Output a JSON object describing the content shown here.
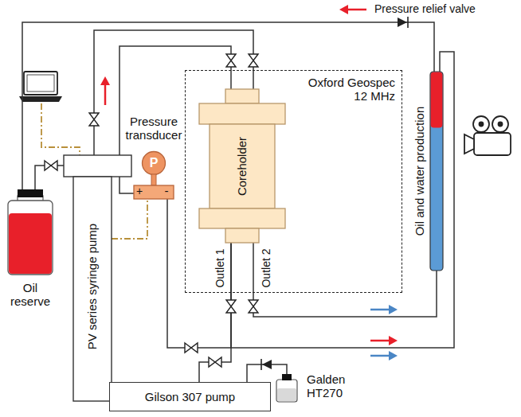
{
  "diagram": {
    "nodes": [
      {
        "text": [
          "Oxford Geospec 12 MHz"
        ]
      },
      {
        "text": [
          "Coreholder"
        ],
        "in": 0
      },
      {
        "text": [
          "Pressure transducer",
          "P"
        ]
      },
      {
        "text": [
          "PV series syringe pump"
        ]
      },
      {
        "text": [
          "Oil reserve"
        ]
      },
      {
        "text": [
          "Oil and water production"
        ]
      },
      {
        "text": [
          "Gilson 307 pump"
        ]
      },
      {
        "text": [
          "Galden HT270"
        ]
      }
    ],
    "edges": [
      {
        "from": 3,
        "to": 1,
        "arrow": "none"
      },
      {
        "from": 2,
        "to": 1,
        "arrow": "none"
      },
      {
        "from": 2,
        "to": 1,
        "arrow": "none"
      },
      {
        "from": 1,
        "to": 5,
        "arrow": "none"
      },
      {
        "from": 1,
        "to": 5,
        "arrow": "none"
      },
      {
        "from": 6,
        "to": 1,
        "arrow": "none"
      },
      {
        "from": 7,
        "to": 6,
        "arrow": "none"
      },
      {
        "from": 5,
        "to": 4,
        "arrow": "none"
      },
      {
        "from": 4,
        "to": 3,
        "arrow": "none"
      }
    ],
    "labels": [
      "Pressure relief valve",
      "+",
      "-",
      "Outlet 1",
      "Outlet 2"
    ]
  }
}
